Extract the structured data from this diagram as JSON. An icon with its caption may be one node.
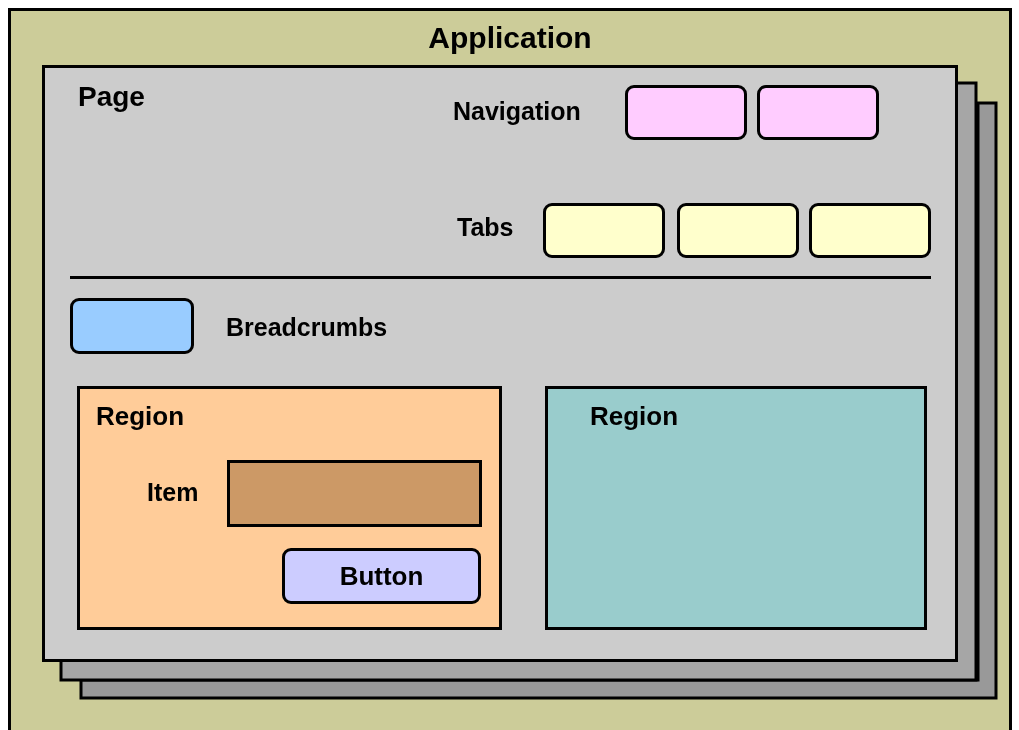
{
  "diagram": {
    "nodes": [
      {
        "text": [
          "Application"
        ]
      },
      {
        "text": [
          "Page"
        ],
        "in": 0
      },
      {
        "text": [],
        "shape": "box",
        "in": 1
      },
      {
        "text": [],
        "shape": "box",
        "in": 1
      },
      {
        "text": [],
        "shape": "box",
        "in": 1
      },
      {
        "text": [],
        "shape": "box",
        "in": 1
      },
      {
        "text": [],
        "shape": "box",
        "in": 1
      },
      {
        "text": [],
        "shape": "box",
        "in": 1
      },
      {
        "text": [
          "Region"
        ],
        "in": 1
      },
      {
        "text": [],
        "shape": "box",
        "in": 8
      },
      {
        "text": [
          "Button"
        ],
        "in": 8
      },
      {
        "text": [
          "Region"
        ],
        "in": 1
      }
    ],
    "edges": [],
    "labels": [
      "Navigation",
      "Tabs",
      "Breadcrumbs",
      "Item"
    ]
  }
}
